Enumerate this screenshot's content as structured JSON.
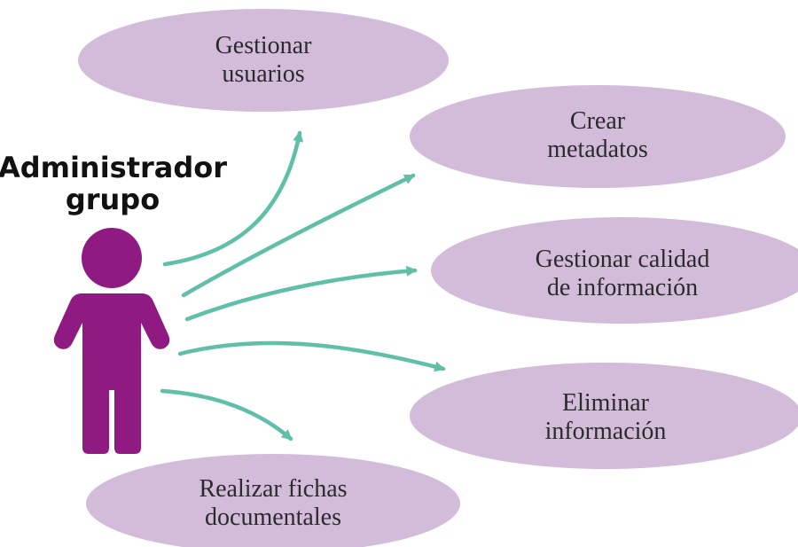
{
  "actor": {
    "line1": "Administrador",
    "line2": "grupo"
  },
  "use_cases": [
    {
      "id": "gestionar-usuarios",
      "line1": "Gestionar",
      "line2": "usuarios"
    },
    {
      "id": "crear-metadatos",
      "line1": "Crear",
      "line2": "metadatos"
    },
    {
      "id": "gestionar-calidad",
      "line1": "Gestionar calidad",
      "line2": "de información"
    },
    {
      "id": "eliminar-informacion",
      "line1": "Eliminar",
      "line2": "información"
    },
    {
      "id": "realizar-fichas",
      "line1": "Realizar fichas",
      "line2": "documentales"
    }
  ],
  "colors": {
    "ellipse_fill": "#d3bcd9",
    "actor_fill": "#8e1a82",
    "arrow_color": "#5fbfa8"
  }
}
